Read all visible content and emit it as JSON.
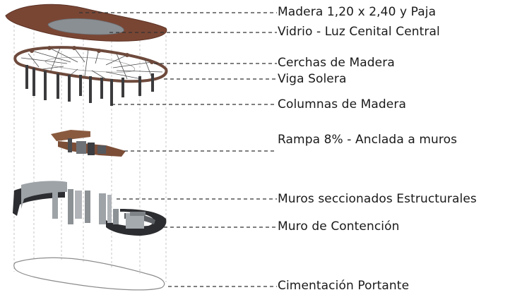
{
  "labels": [
    "Madera 1,20 x 2,40 y Paja",
    "Vidrio - Luz Cenital Central",
    "Cerchas de Madera",
    "Viga Solera",
    "Columnas de Madera",
    "Rampa 8% - Anclada a muros",
    "Muros seccionados Estructurales",
    "Muro de Contención",
    "Cimentación Portante"
  ],
  "colors": {
    "roof": "#7a4634",
    "glass": "#8a8f93",
    "ring_beam": "#6e4a3c",
    "wall_light": "#9ea3a7",
    "wall_dark": "#2c2d30",
    "leader": "#333333",
    "guide": "#b5b5b5",
    "foundation": "#8c8c8c"
  }
}
